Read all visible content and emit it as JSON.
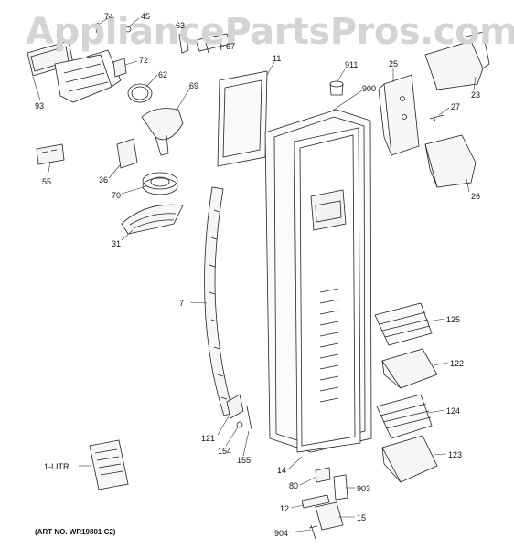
{
  "watermark": "AppliancePartsPros.com",
  "art_number": "(ART NO. WR19801 C2)",
  "parts": [
    {
      "id": "74",
      "label": "74"
    },
    {
      "id": "45",
      "label": "45"
    },
    {
      "id": "63",
      "label": "63"
    },
    {
      "id": "67",
      "label": "67"
    },
    {
      "id": "72",
      "label": "72"
    },
    {
      "id": "62",
      "label": "62"
    },
    {
      "id": "69",
      "label": "69"
    },
    {
      "id": "93",
      "label": "93"
    },
    {
      "id": "11",
      "label": "11"
    },
    {
      "id": "911",
      "label": "911"
    },
    {
      "id": "900",
      "label": "900"
    },
    {
      "id": "25",
      "label": "25"
    },
    {
      "id": "23",
      "label": "23"
    },
    {
      "id": "27",
      "label": "27"
    },
    {
      "id": "26",
      "label": "26"
    },
    {
      "id": "55",
      "label": "55"
    },
    {
      "id": "36",
      "label": "36"
    },
    {
      "id": "70",
      "label": "70"
    },
    {
      "id": "31",
      "label": "31"
    },
    {
      "id": "7",
      "label": "7"
    },
    {
      "id": "125",
      "label": "125"
    },
    {
      "id": "122",
      "label": "122"
    },
    {
      "id": "124",
      "label": "124"
    },
    {
      "id": "123",
      "label": "123"
    },
    {
      "id": "121",
      "label": "121"
    },
    {
      "id": "154",
      "label": "154"
    },
    {
      "id": "155",
      "label": "155"
    },
    {
      "id": "14",
      "label": "14"
    },
    {
      "id": "80",
      "label": "80"
    },
    {
      "id": "903",
      "label": "903"
    },
    {
      "id": "12",
      "label": "12"
    },
    {
      "id": "15",
      "label": "15"
    },
    {
      "id": "904",
      "label": "904"
    },
    {
      "id": "manual",
      "label": "1-LITR."
    }
  ]
}
